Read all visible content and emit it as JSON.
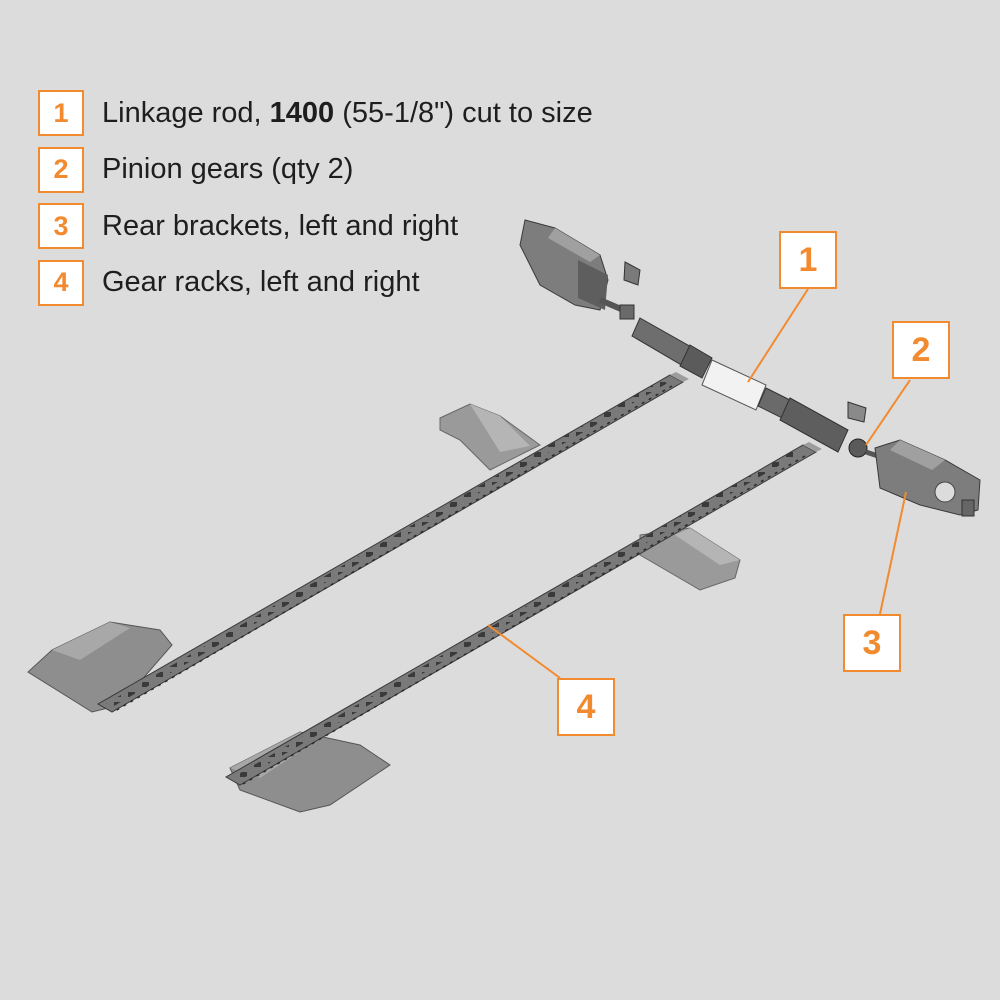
{
  "legend": {
    "items": [
      {
        "number": "1",
        "text_before": "Linkage rod, ",
        "text_bold": "1400",
        "text_after": " (55-1/8\") cut to size"
      },
      {
        "number": "2",
        "text_before": "Pinion gears (qty 2)",
        "text_bold": "",
        "text_after": ""
      },
      {
        "number": "3",
        "text_before": "Rear brackets, left and right",
        "text_bold": "",
        "text_after": ""
      },
      {
        "number": "4",
        "text_before": "Gear racks, left and right",
        "text_bold": "",
        "text_after": ""
      }
    ]
  },
  "callouts": [
    "1",
    "2",
    "3",
    "4"
  ],
  "colors": {
    "accent": "#f28a2f",
    "background": "#dcdcdc",
    "part_gray": "#8c8c8c",
    "part_dark": "#4a4a4a"
  }
}
